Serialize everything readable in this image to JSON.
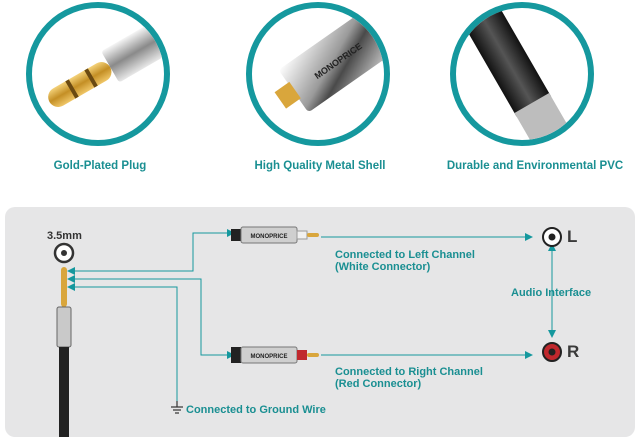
{
  "features": [
    {
      "label": "Gold-Plated Plug",
      "icon": "gold-plug-closeup"
    },
    {
      "label": "High Quality Metal Shell",
      "icon": "metal-shell-closeup"
    },
    {
      "label": "Durable and Environmental PVC",
      "icon": "pvc-cable-closeup"
    }
  ],
  "diagram": {
    "jack_label": "3.5mm",
    "left_channel_line1": "Connected to Left Channel",
    "left_channel_line2": "(White Connector)",
    "right_channel_line1": "Connected to Right Channel",
    "right_channel_line2": "(Red Connector)",
    "ground_label": "Connected to Ground Wire",
    "audio_interface": "Audio Interface",
    "left_letter": "L",
    "right_letter": "R",
    "brand": "MONOPRICE"
  },
  "colors": {
    "teal": "#15989e",
    "label_teal": "#1a8f92",
    "panel_bg": "#e6e6e7",
    "red_connector": "#c0282d",
    "gold": "#d9a63c"
  }
}
